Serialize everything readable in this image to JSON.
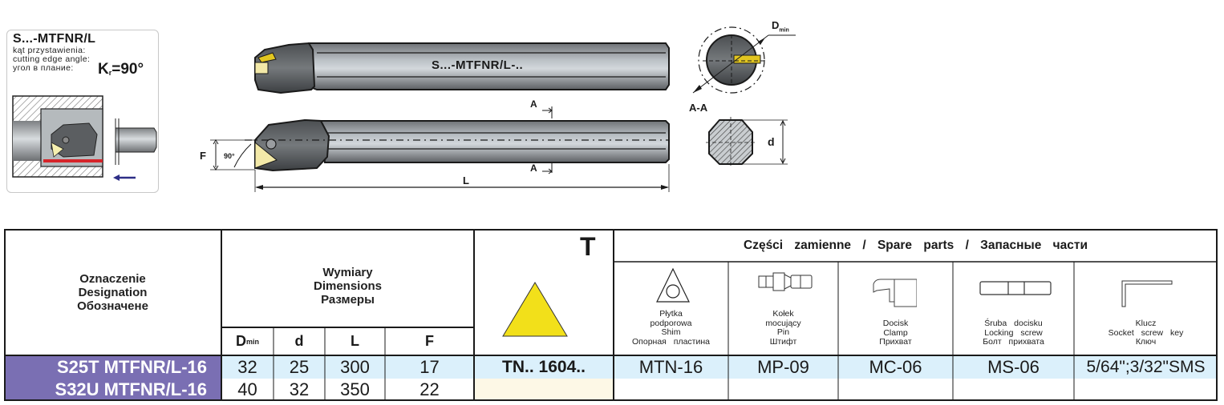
{
  "card": {
    "title": "S...-MTFNR/L",
    "line1": "kąt przystawienia:",
    "line2": "cutting edge angle:",
    "line3": "угол в плание:",
    "kr_symbol": "K",
    "kr_sub": "r",
    "kr_value": "=90°"
  },
  "drawing": {
    "bar_label": "S...-MTFNR/L-..",
    "section_label": "A-A",
    "section_marker": "A",
    "dmin_label": "D",
    "dmin_sub": "min",
    "d_label": "d",
    "f_label": "F",
    "l_label": "L",
    "angle_label": "90°"
  },
  "table": {
    "designation_header": [
      "Oznaczenie",
      "Designation",
      "Обозначене"
    ],
    "dimensions_header": [
      "Wymiary",
      "Dimensions",
      "Размеры"
    ],
    "dim_columns": [
      {
        "label": "D",
        "sub": "min"
      },
      {
        "label": "d",
        "sub": ""
      },
      {
        "label": "L",
        "sub": ""
      },
      {
        "label": "F",
        "sub": ""
      }
    ],
    "insert_header": "T",
    "spare_parts_title": "Części zamienne / Spare parts / Запасные части",
    "spare_parts": [
      {
        "icon": "shim-icon",
        "labels": [
          "Płytka",
          "podporowa",
          "Shim",
          "Опорная пластина"
        ],
        "value": "MTN-16"
      },
      {
        "icon": "pin-icon",
        "labels": [
          "Kołek",
          "mocujący",
          "Pin",
          "Штифт"
        ],
        "value": "MP-09"
      },
      {
        "icon": "clamp-icon",
        "labels": [
          "Docisk",
          "Clamp",
          "Прихват"
        ],
        "value": "MC-06"
      },
      {
        "icon": "locking-screw-icon",
        "labels": [
          "Śruba docisku",
          "Locking screw",
          "Болт прихвата"
        ],
        "value": "MS-06"
      },
      {
        "icon": "socket-key-icon",
        "labels": [
          "Klucz",
          "Socket screw key",
          "Ключ"
        ],
        "value": "5/64\";3/32\"SMS"
      }
    ],
    "insert_value": "TN.. 1604..",
    "rows": [
      {
        "designation": "S25T MTFNR/L-16",
        "Dmin": "32",
        "d": "25",
        "L": "300",
        "F": "17"
      },
      {
        "designation": "S32U MTFNR/L-16",
        "Dmin": "40",
        "d": "32",
        "L": "350",
        "F": "22"
      }
    ]
  },
  "colors": {
    "designation_bg": "#7a6fb3",
    "row1_bg": "#dbf0fb",
    "row2_insert_bg": "#fdf8e6",
    "insert_triangle": "#f2e01a",
    "hatch_red": "#d6242a",
    "arrow_blue": "#2d2e86"
  }
}
